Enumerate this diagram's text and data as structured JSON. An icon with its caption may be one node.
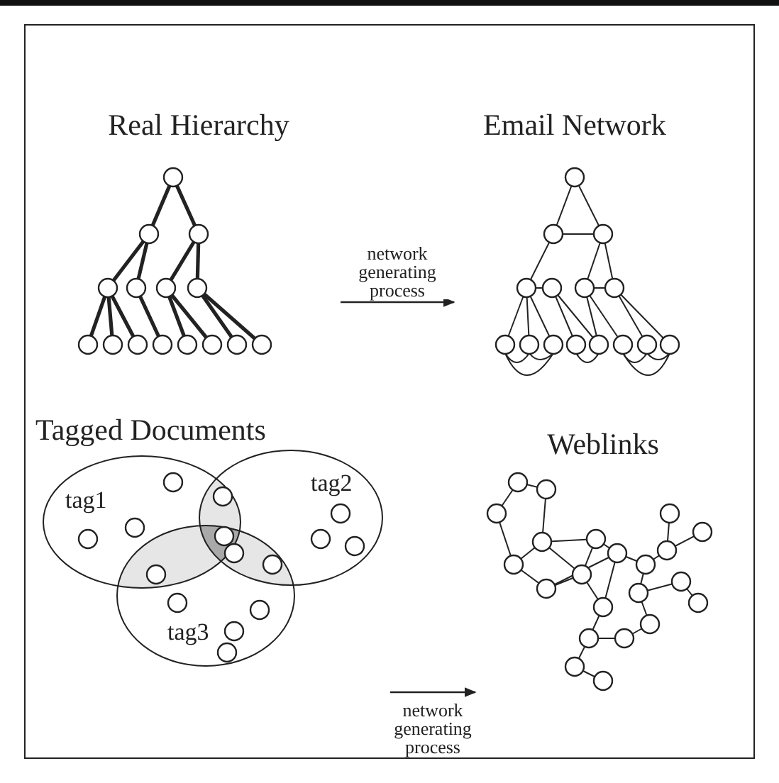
{
  "diagram": {
    "nodes": [
      {
        "text": [
          "Real Hierarchy"
        ]
      },
      {
        "text": [
          "Email Network"
        ]
      },
      {
        "text": [
          "Tagged Documents"
        ]
      },
      {
        "text": [
          "Weblinks"
        ]
      },
      {
        "text": [
          "tag1"
        ],
        "in": 2
      },
      {
        "text": [
          "tag2"
        ],
        "in": 2
      },
      {
        "text": [
          "tag3"
        ],
        "in": 2
      }
    ],
    "edges": [
      {
        "from": 0,
        "to": 1,
        "arrow": "to",
        "label": "network generating process"
      },
      {
        "from": 2,
        "to": 3,
        "arrow": "to",
        "label": "network generating process"
      }
    ]
  }
}
